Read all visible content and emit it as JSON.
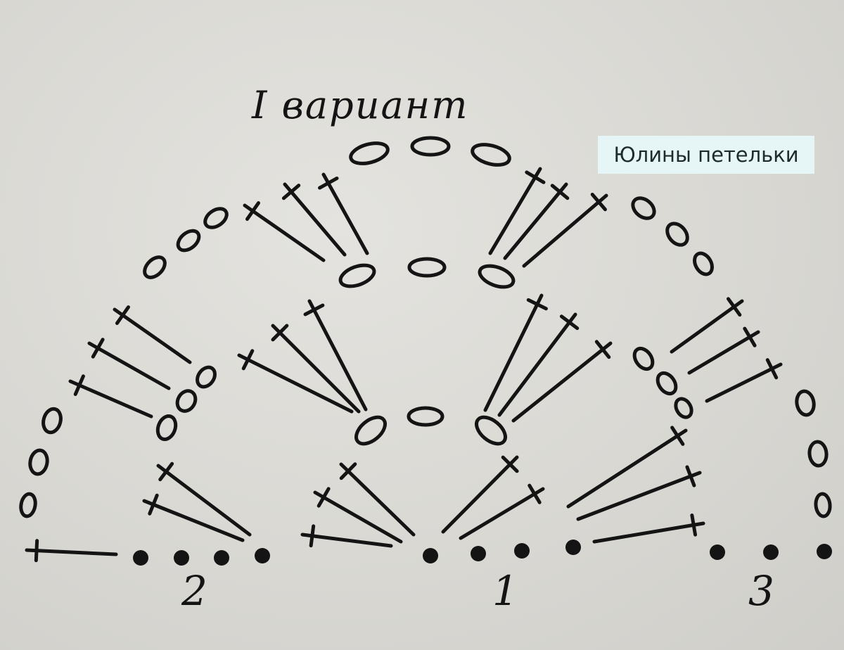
{
  "diagram": {
    "title": "I вариант",
    "watermark": "Юлины петельки",
    "labels": [
      "2",
      "1",
      "3"
    ],
    "colors": {
      "ink": "#141414",
      "paper": "#d9d8d3",
      "watermark_bg": "#e6f6f6"
    }
  }
}
